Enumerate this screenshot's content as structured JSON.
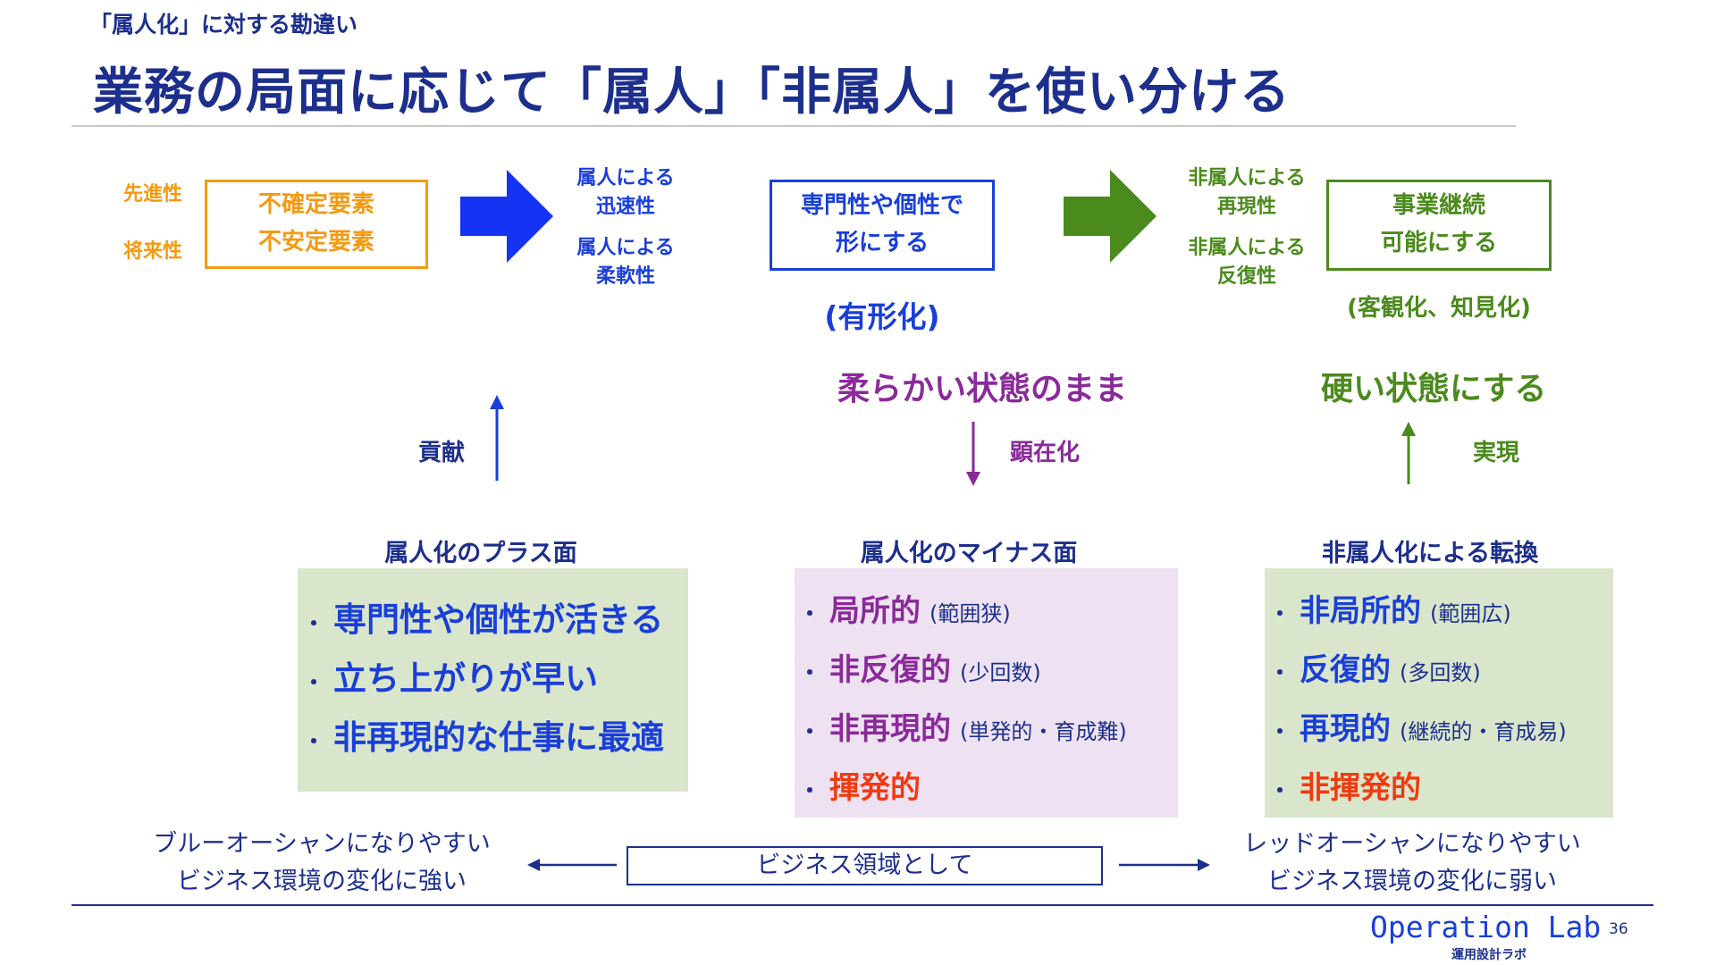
{
  "header": {
    "pre_title": "「属人化」に対する勘違い",
    "title": "業務の局面に応じて「属人」「非属人」を使い分ける"
  },
  "flow": {
    "left_labels": [
      "先進性",
      "将来性"
    ],
    "uncertain_box": [
      "不確定要素",
      "不安定要素"
    ],
    "personal_qualities": [
      "属人による",
      "迅速性",
      "属人による",
      "柔軟性"
    ],
    "formalize_box": [
      "専門性や個性で",
      "形にする"
    ],
    "formalize_note": "(有形化)",
    "non_personal_qualities": [
      "非属人による",
      "再現性",
      "非属人による",
      "反復性"
    ],
    "continuity_box": [
      "事業継続",
      "可能にする"
    ],
    "continuity_note": "(客観化、知見化)"
  },
  "middle": {
    "soft_state": "柔らかい状態のまま",
    "hard_state": "硬い状態にする",
    "contribution": "貢献",
    "manifest": "顕在化",
    "realize": "実現"
  },
  "panels": {
    "plus": {
      "title": "属人化のプラス面",
      "items": [
        "専門性や個性が活きる",
        "立ち上がりが早い",
        "非再現的な仕事に最適"
      ]
    },
    "minus": {
      "title": "属人化のマイナス面",
      "items": [
        {
          "main": "局所的",
          "note": "(範囲狭)"
        },
        {
          "main": "非反復的",
          "note": "(少回数)"
        },
        {
          "main": "非再現的",
          "note": "(単発的・育成難)"
        },
        {
          "main": "揮発的",
          "note": ""
        }
      ]
    },
    "transform": {
      "title": "非属人化による転換",
      "items": [
        {
          "main": "非局所的",
          "note": "(範囲広)"
        },
        {
          "main": "反復的",
          "note": "(多回数)"
        },
        {
          "main": "再現的",
          "note": "(継続的・育成易)"
        },
        {
          "main": "非揮発的",
          "note": ""
        }
      ]
    }
  },
  "bottom": {
    "left": [
      "ブルーオーシャンになりやすい",
      "ビジネス環境の変化に強い"
    ],
    "center": "ビジネス領域として",
    "right": [
      "レッドオーシャンになりやすい",
      "ビジネス環境の変化に弱い"
    ]
  },
  "footer": {
    "logo": "Operation Lab",
    "logo_sub": "運用設計ラボ",
    "page": "36"
  },
  "colors": {
    "navy": "#1d2f8c",
    "blue": "#1a3fd8",
    "orange": "#f39a12",
    "green": "#4b8a1c",
    "purple": "#8a2a9a",
    "red": "#f03a10",
    "panel_green": "#d9e6cc",
    "panel_purple": "#eee1f1"
  },
  "icons": [
    "arrow-right-blue-icon",
    "arrow-right-green-icon",
    "arrow-up-icon",
    "arrow-down-icon",
    "arrow-left-icon"
  ]
}
